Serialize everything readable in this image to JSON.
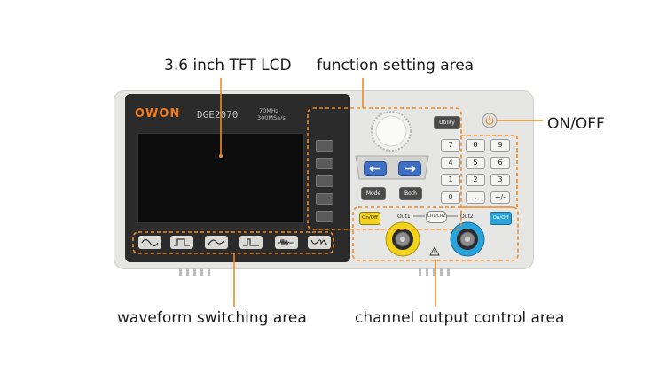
{
  "callouts": {
    "lcd": "3.6 inch TFT LCD",
    "function": "function setting area",
    "onoff": "ON/OFF",
    "waveform": "waveform switching area",
    "channel": "channel output control area"
  },
  "device": {
    "brand": "OWON",
    "model": "DGE2070",
    "spec_line1": "70MHz",
    "spec_line2": "300MSa/s",
    "utility": "Utility",
    "mode": "Mode",
    "both": "Both",
    "keypad": [
      "7",
      "8",
      "9",
      "4",
      "5",
      "6",
      "1",
      "2",
      "3",
      "0",
      ".",
      "+/-"
    ],
    "onoff_ch1": "On/Off",
    "onoff_ch2": "On/Off",
    "out1": "Out1",
    "out2": "Out2",
    "ch_switch": "CH1/CH2"
  },
  "colors": {
    "accent": "#f08a24",
    "ch1": "#f2d21b",
    "ch2": "#2aa3dc",
    "arrow_key": "#3f6fc4"
  },
  "icons": [
    "power-icon",
    "left-arrow-icon",
    "right-arrow-icon",
    "sine-wave-icon",
    "square-wave-icon",
    "ramp-wave-icon",
    "pulse-wave-icon",
    "noise-wave-icon",
    "arbitrary-wave-icon",
    "ground-warning-icon"
  ]
}
